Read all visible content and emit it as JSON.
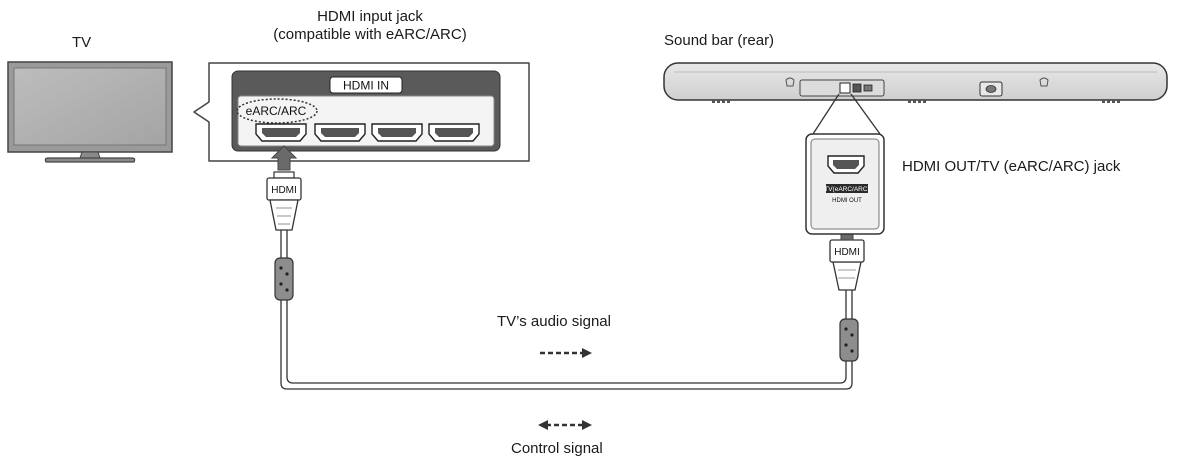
{
  "labels": {
    "tv": "TV",
    "hdmi_input_jack_line1": "HDMI input jack",
    "hdmi_input_jack_line2": "(compatible with eARC/ARC)",
    "sound_bar": "Sound bar (rear)",
    "hdmi_out_jack": "HDMI OUT/TV (eARC/ARC) jack",
    "tv_audio_signal": "TV’s audio signal",
    "control_signal": "Control signal"
  },
  "tv_panel": {
    "hdmi_in": "HDMI IN",
    "earc_arc": "eARC/ARC"
  },
  "soundbar_jack": {
    "jack_text_line1": "TV(eARC/ARC)",
    "jack_text_line2": "HDMI OUT"
  },
  "cable": {
    "plug_label": "HDMI"
  },
  "legend": {
    "audio_signal_arrow": "one-way dashed arrow",
    "control_signal_arrow": "two-way dashed arrow"
  }
}
